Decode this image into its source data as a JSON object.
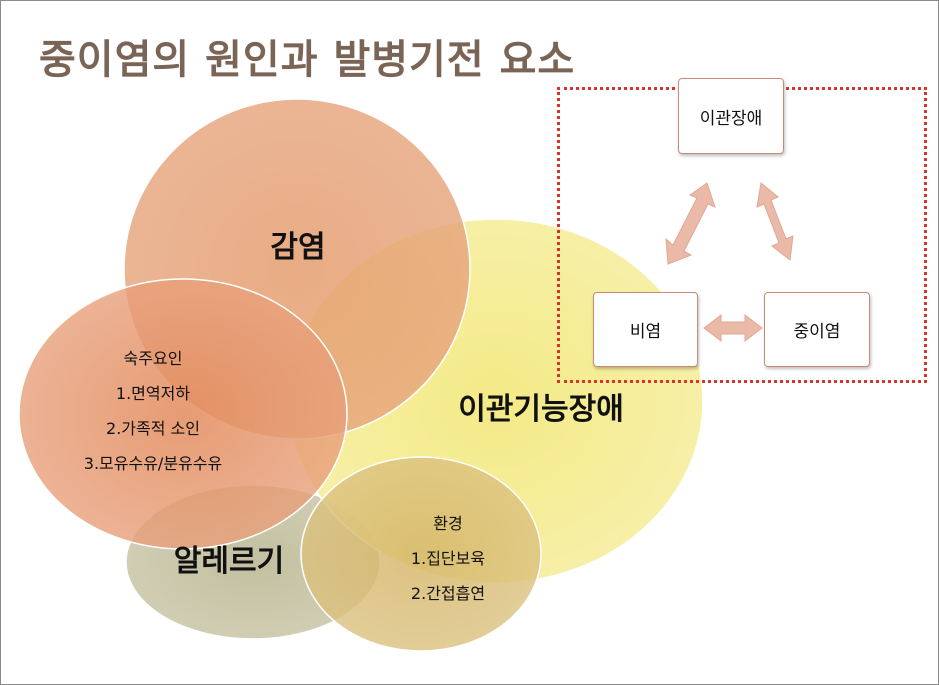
{
  "title": "중이염의 원인과 발병기전 요소",
  "venn": {
    "infection": "감염",
    "eustachian_dysfunction": "이관기능장애",
    "allergy": "알레르기",
    "host_factors": {
      "heading": "숙주요인",
      "items": [
        "1.면역저하",
        "2.가족적 소인",
        "3.모유수유/분유수유"
      ]
    },
    "environment": {
      "heading": "환경",
      "items": [
        "1.집단보육",
        "2.간접흡연"
      ]
    }
  },
  "cycle": {
    "top": "이관장애",
    "left": "비염",
    "right": "중이염"
  },
  "colors": {
    "title": "#7a6455",
    "infection": "#e39a6b",
    "eustachian": "#f0e062",
    "host": "#e08a5c",
    "allergy": "#b5b08a",
    "environment": "#d6b76a",
    "arrow": "#eab9a8",
    "dashed_border": "#d9342a"
  }
}
